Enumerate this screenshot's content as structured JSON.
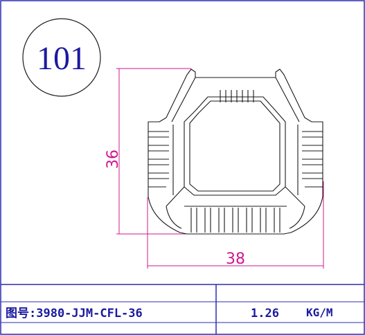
{
  "drawing": {
    "badge_number": "101",
    "dimension_height": "36",
    "dimension_width": "38"
  },
  "title_block": {
    "drawing_no": "图号:3980-JJM-CFL-36",
    "weight": "1.26",
    "unit": "KG/M"
  },
  "colors": {
    "border": "#2b2bb0",
    "profile": "#1a1a1a",
    "dimension": "#d0188f",
    "badge_text": "#1a1aa0",
    "title_text": "#1a1aa0"
  }
}
